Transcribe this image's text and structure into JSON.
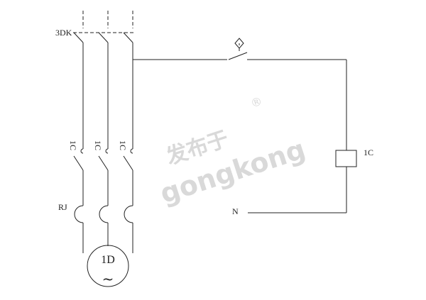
{
  "labels": {
    "main_switch": "3DK",
    "contactor_phase_a": "1C",
    "contactor_phase_b": "1C",
    "contactor_phase_c": "1C",
    "thermal_relay": "RJ",
    "coil": "1C",
    "neutral": "N",
    "motor": "1D",
    "motor_symbol": "~"
  },
  "watermark": {
    "chinese": "发布于",
    "latin": "gongkong",
    "registered": "®"
  },
  "colors": {
    "line": "#222222",
    "watermark": "#d9d9d9"
  }
}
